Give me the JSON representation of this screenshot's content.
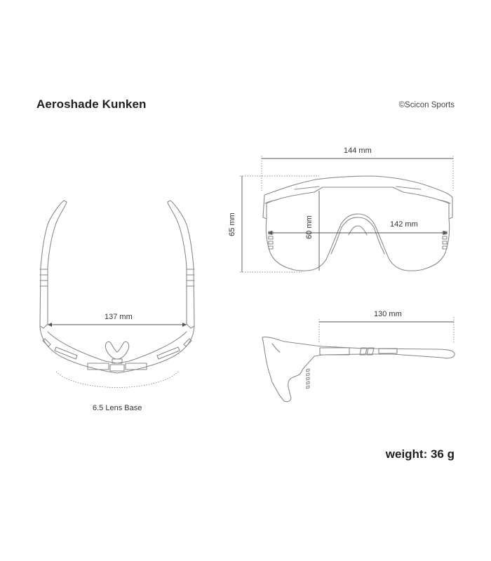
{
  "header": {
    "product_name": "Aeroshade Kunken",
    "copyright": "©Scicon Sports"
  },
  "views": {
    "top": {
      "temple_width": "137 mm",
      "lens_base": "6.5 Lens Base"
    },
    "front": {
      "frame_width": "144 mm",
      "frame_height": "65 mm",
      "lens_height": "60 mm",
      "lens_width": "142 mm"
    },
    "side": {
      "temple_length": "130 mm"
    }
  },
  "footer": {
    "weight": "weight: 36 g"
  },
  "colors": {
    "line": "#8a8a8a",
    "text": "#222222",
    "background": "#ffffff"
  }
}
